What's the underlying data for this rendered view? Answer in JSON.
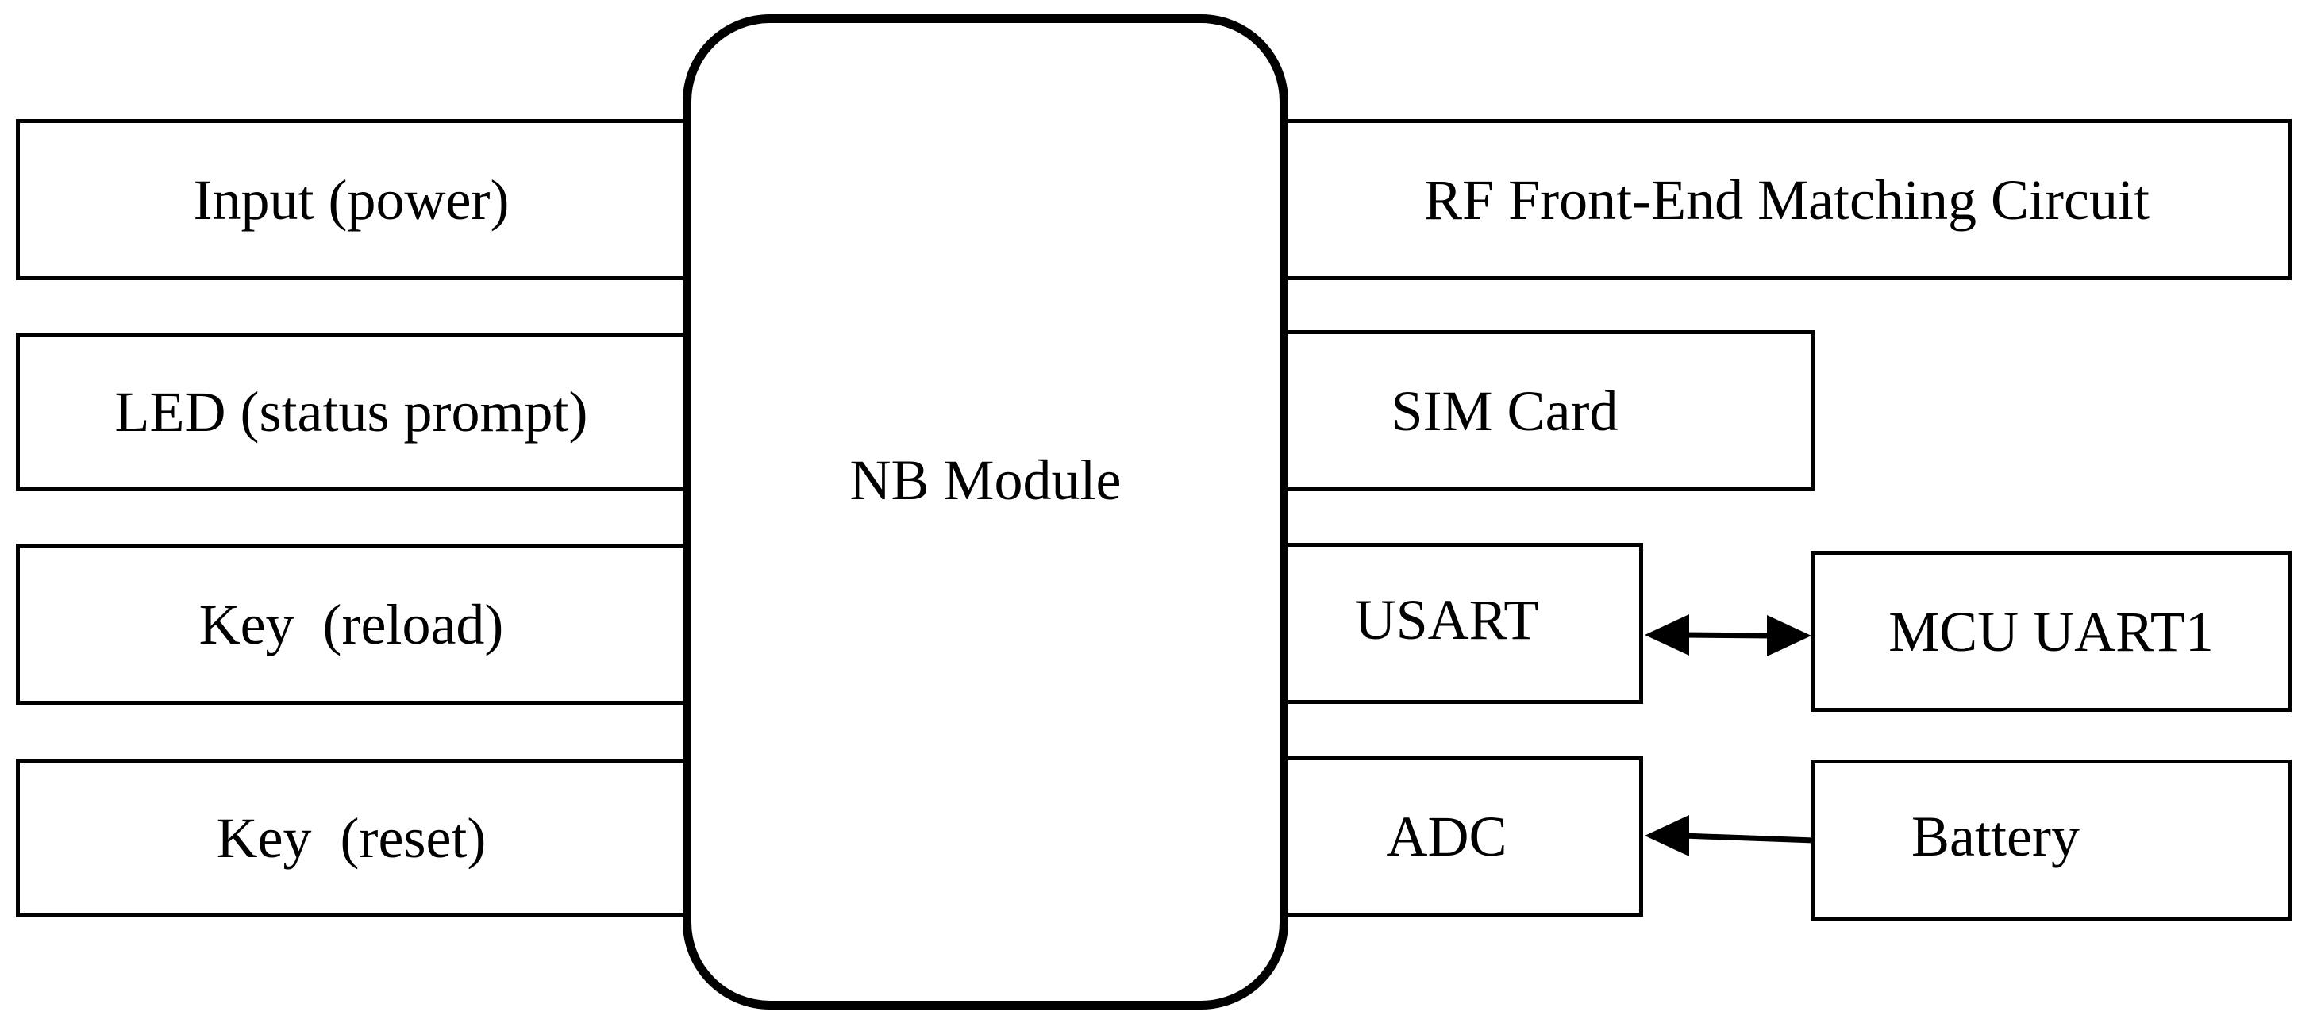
{
  "diagram": {
    "module": "NB Module",
    "left_blocks": [
      "Input (power)",
      "LED (status prompt)",
      "Key  (reload)",
      "Key  (reset)"
    ],
    "right_blocks": {
      "rf": "RF Front-End Matching Circuit",
      "sim": "SIM Card",
      "usart": "USART",
      "adc": "ADC"
    },
    "external_blocks": {
      "mcu": "MCU UART1",
      "battery": "Battery"
    },
    "connections": [
      {
        "from": "USART",
        "to": "MCU UART1",
        "direction": "bidirectional"
      },
      {
        "from": "Battery",
        "to": "ADC",
        "direction": "one-way"
      }
    ]
  }
}
